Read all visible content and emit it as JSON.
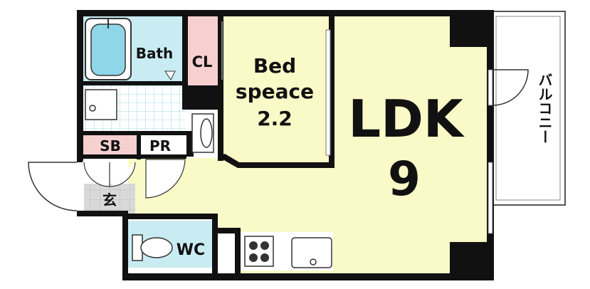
{
  "rooms": {
    "ldk_name": "LDK",
    "ldk_size": "9",
    "bed_line1": "Bed",
    "bed_line2": "speace",
    "bed_size": "2.2",
    "bath": "Bath",
    "closet": "CL",
    "shoe_box": "SB",
    "powder_room": "PR",
    "entrance": "玄",
    "toilet": "WC",
    "balcony": "バルコニー"
  },
  "colors": {
    "wall": "#111111",
    "ldk_floor": "#fafac8",
    "bed_floor": "#fafac8",
    "bath_floor": "#c8ecf2",
    "closet_floor": "#f6cfcf",
    "shoe_box_floor": "#f6cfcf",
    "wc_floor": "#c8ecf2",
    "tile_grid": "#9fd6e6",
    "entrance_floor": "#d9d9d9"
  },
  "icons": {
    "bathtub": "bathtub-icon",
    "washbasin": "washbasin-icon",
    "washer": "washing-machine-icon",
    "toilet": "toilet-icon",
    "stove": "gas-stove-icon",
    "sink": "kitchen-sink-icon"
  }
}
